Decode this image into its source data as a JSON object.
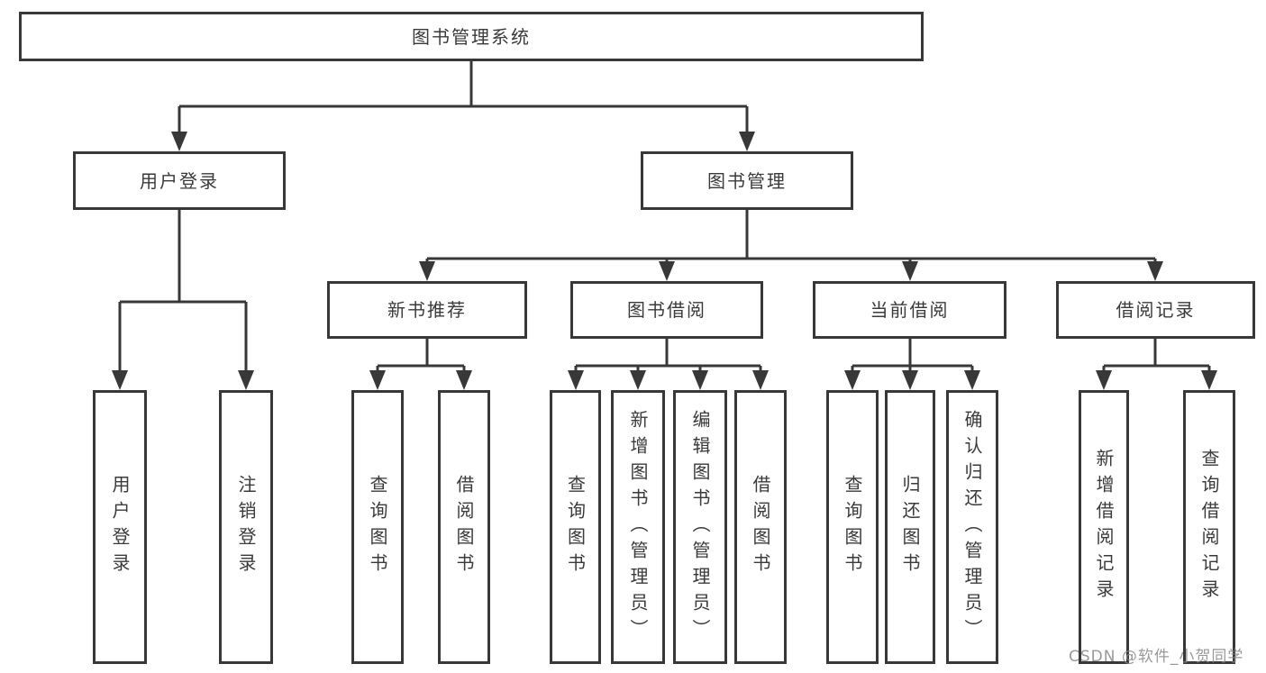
{
  "diagram": {
    "title": "图书管理系统",
    "branches": {
      "user_login": "用户登录",
      "book_management": "图书管理"
    },
    "user_login_children": {
      "login": "用户登录",
      "logout": "注销登录"
    },
    "book_management_children": {
      "new_book_recommend": "新书推荐",
      "book_borrow": "图书借阅",
      "current_borrow": "当前借阅",
      "borrow_records": "借阅记录"
    },
    "new_book_recommend_children": {
      "query_books": "查询图书",
      "borrow_books": "借阅图书"
    },
    "book_borrow_children": {
      "query_books": "查询图书",
      "add_books_admin": "新增图书（管理员）",
      "edit_books_admin": "编辑图书（管理员）",
      "borrow_books": "借阅图书"
    },
    "current_borrow_children": {
      "query_books": "查询图书",
      "return_books": "归还图书",
      "confirm_return_admin": "确认归还（管理员）"
    },
    "borrow_records_children": {
      "add_borrow_record": "新增借阅记录",
      "query_borrow_record": "查询借阅记录"
    }
  },
  "watermark": {
    "text": "CSDN @软件_小贺同学"
  },
  "colors": {
    "line": "#383838",
    "text": "#3a3a3a",
    "background": "#ffffff",
    "watermark": "#878787"
  }
}
